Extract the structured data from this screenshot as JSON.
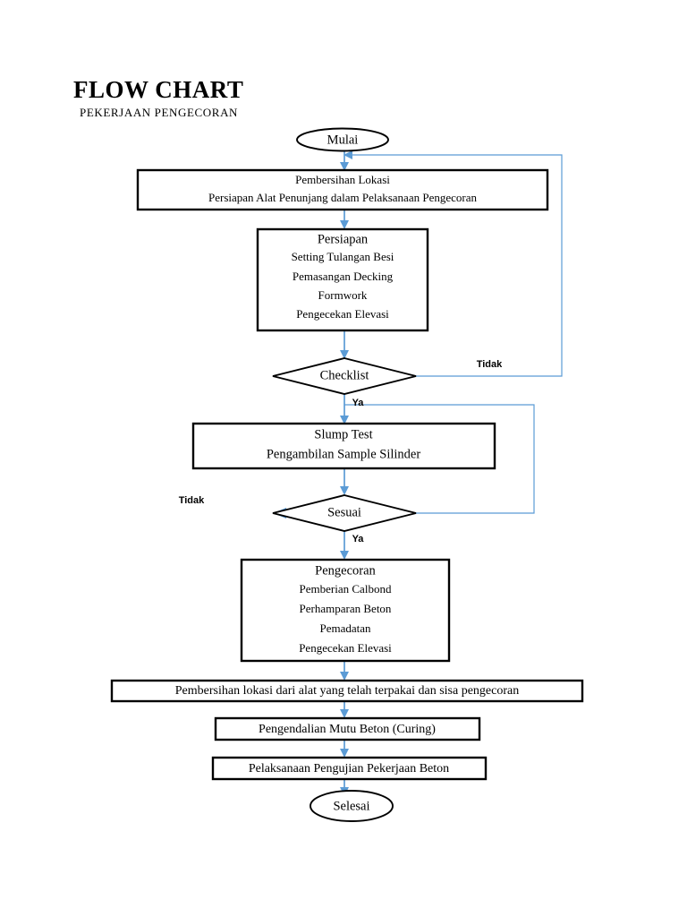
{
  "header": {
    "title": "FLOW CHART",
    "subtitle": "PEKERJAAN PENGECORAN"
  },
  "theme": {
    "connector_color": "#5b9bd5",
    "node_border_color": "#000000",
    "node_fill_color": "#ffffff",
    "text_color": "#000000",
    "background_color": "#ffffff"
  },
  "chart_data": {
    "type": "diagram",
    "diagram_kind": "flowchart",
    "title": "FLOW CHART",
    "subtitle": "PEKERJAAN PENGECORAN",
    "language": "id",
    "nodes": [
      {
        "id": "start",
        "shape": "terminator",
        "lines": [
          "Mulai"
        ]
      },
      {
        "id": "pembersihan",
        "shape": "process",
        "lines": [
          "Pembersihan Lokasi",
          "Persiapan Alat Penunjang dalam Pelaksanaan Pengecoran"
        ]
      },
      {
        "id": "persiapan",
        "shape": "process",
        "heading": "Persiapan",
        "lines": [
          "Setting Tulangan Besi",
          "Pemasangan Decking",
          "Formwork",
          "Pengecekan Elevasi"
        ]
      },
      {
        "id": "checklist",
        "shape": "decision",
        "lines": [
          "Checklist"
        ]
      },
      {
        "id": "slump",
        "shape": "process",
        "lines": [
          "Slump Test",
          "Pengambilan Sample Silinder"
        ]
      },
      {
        "id": "sesuai",
        "shape": "decision",
        "lines": [
          "Sesuai"
        ]
      },
      {
        "id": "pengecoran",
        "shape": "process",
        "heading": "Pengecoran",
        "lines": [
          "Pemberian Calbond",
          "Perhamparan Beton",
          "Pemadatan",
          "Pengecekan Elevasi"
        ]
      },
      {
        "id": "pembersihan2",
        "shape": "process",
        "lines": [
          "Pembersihan lokasi dari alat yang telah terpakai dan sisa pengecoran"
        ]
      },
      {
        "id": "curing",
        "shape": "process",
        "lines": [
          "Pengendalian Mutu Beton (Curing)"
        ],
        "text_main": "Pengendalian Mutu Beton (",
        "text_italic": "Curing",
        "text_tail": ")"
      },
      {
        "id": "pengujian",
        "shape": "process",
        "lines": [
          "Pelaksanaan Pengujian Pekerjaan Beton"
        ]
      },
      {
        "id": "end",
        "shape": "terminator",
        "lines": [
          "Selesai"
        ]
      }
    ],
    "edges": [
      {
        "from": "start",
        "to": "pembersihan",
        "label": ""
      },
      {
        "from": "pembersihan",
        "to": "persiapan",
        "label": ""
      },
      {
        "from": "persiapan",
        "to": "checklist",
        "label": ""
      },
      {
        "from": "checklist",
        "to": "slump",
        "label": "Ya"
      },
      {
        "from": "checklist",
        "to": "pembersihan",
        "label": "Tidak"
      },
      {
        "from": "slump",
        "to": "sesuai",
        "label": ""
      },
      {
        "from": "sesuai",
        "to": "pengecoran",
        "label": "Ya"
      },
      {
        "from": "sesuai",
        "to": "slump",
        "label": "Tidak"
      },
      {
        "from": "pengecoran",
        "to": "pembersihan2",
        "label": ""
      },
      {
        "from": "pembersihan2",
        "to": "curing",
        "label": ""
      },
      {
        "from": "curing",
        "to": "pengujian",
        "label": ""
      },
      {
        "from": "pengujian",
        "to": "end",
        "label": ""
      }
    ],
    "edge_labels": [
      "Tidak",
      "Ya",
      "Tidak",
      "Ya"
    ]
  },
  "labels": {
    "start": "Mulai",
    "end": "Selesai",
    "pembersihan_l1": "Pembersihan Lokasi",
    "pembersihan_l2": "Persiapan Alat Penunjang dalam Pelaksanaan Pengecoran",
    "persiapan_head": "Persiapan",
    "persiapan_l1": "Setting Tulangan Besi",
    "persiapan_l2": "Pemasangan Decking",
    "persiapan_l3": "Formwork",
    "persiapan_l4": "Pengecekan Elevasi",
    "checklist": "Checklist",
    "slump_l1": "Slump Test",
    "slump_l2": "Pengambilan Sample Silinder",
    "sesuai": "Sesuai",
    "pengecoran_head": "Pengecoran",
    "pengecoran_l1": "Pemberian Calbond",
    "pengecoran_l2": "Perhamparan Beton",
    "pengecoran_l3": "Pemadatan",
    "pengecoran_l4": "Pengecekan Elevasi",
    "pembersihan2": "Pembersihan lokasi dari alat yang telah terpakai dan sisa pengecoran",
    "curing_main": "Pengendalian Mutu Beton (",
    "curing_italic": "Curing",
    "curing_tail": ")",
    "pengujian": "Pelaksanaan Pengujian Pekerjaan Beton",
    "tidak_checklist": "Tidak",
    "ya_checklist": "Ya",
    "tidak_sesuai": "Tidak",
    "ya_sesuai": "Ya"
  }
}
